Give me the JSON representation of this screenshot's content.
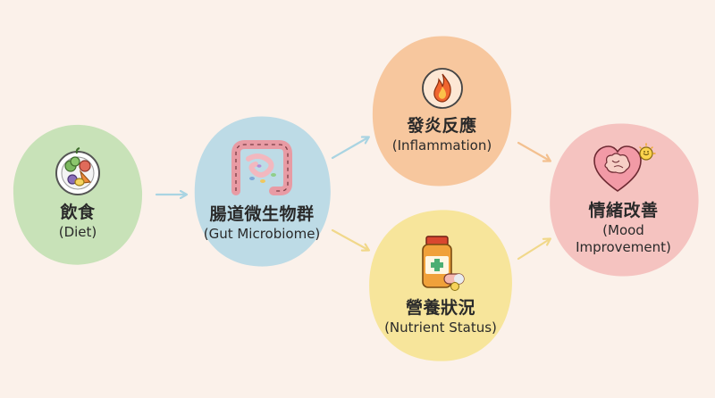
{
  "diagram": {
    "colors": {
      "background": "#fbf1ea",
      "diet": "#c8e2b8",
      "gut": "#bddbe6",
      "inflammation": "#f7c79e",
      "nutrient": "#f7e59b",
      "mood": "#f5c3c0",
      "arrow_blue": "#a9d4e2",
      "arrow_yellow": "#f1d88a",
      "arrow_orange": "#f3c08f"
    },
    "nodes": {
      "diet": {
        "zh": "飲食",
        "en": "(Diet)",
        "icon": "food-plate-icon"
      },
      "gut": {
        "zh": "腸道微生物群",
        "en": "(Gut Microbiome)",
        "icon": "intestine-icon"
      },
      "inflammation": {
        "zh": "發炎反應",
        "en": "(Inflammation)",
        "icon": "flame-icon"
      },
      "nutrient": {
        "zh": "營養狀況",
        "en": "(Nutrient Status)",
        "icon": "supplement-bottle-icon"
      },
      "mood": {
        "zh": "情緒改善",
        "en": "(Mood\nImprovement)",
        "icon": "brain-heart-icon"
      }
    }
  }
}
